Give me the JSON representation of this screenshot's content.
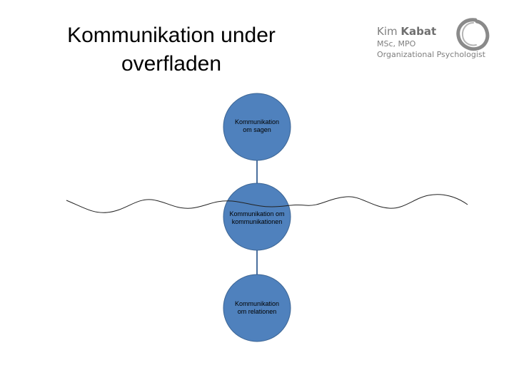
{
  "slide": {
    "title_line1": "Kommunikation under",
    "title_line2": "overfladen"
  },
  "brand": {
    "first_name": "Kim ",
    "last_name": "Kabat",
    "degrees": "MSc, MPO",
    "role": "Organizational Psychologist",
    "logo_icon": "enso-circle-icon"
  },
  "diagram": {
    "nodes": [
      {
        "line1": "Kommunikation",
        "line2": "om sagen"
      },
      {
        "line1": "Kommunikation om",
        "line2": "kommunikationen"
      },
      {
        "line1": "Kommunikation",
        "line2": "om relationen"
      }
    ],
    "colors": {
      "node_fill": "#4f81bd",
      "node_stroke": "#3c6594",
      "connector": "#4a6f9e",
      "wave": "#222222"
    }
  }
}
